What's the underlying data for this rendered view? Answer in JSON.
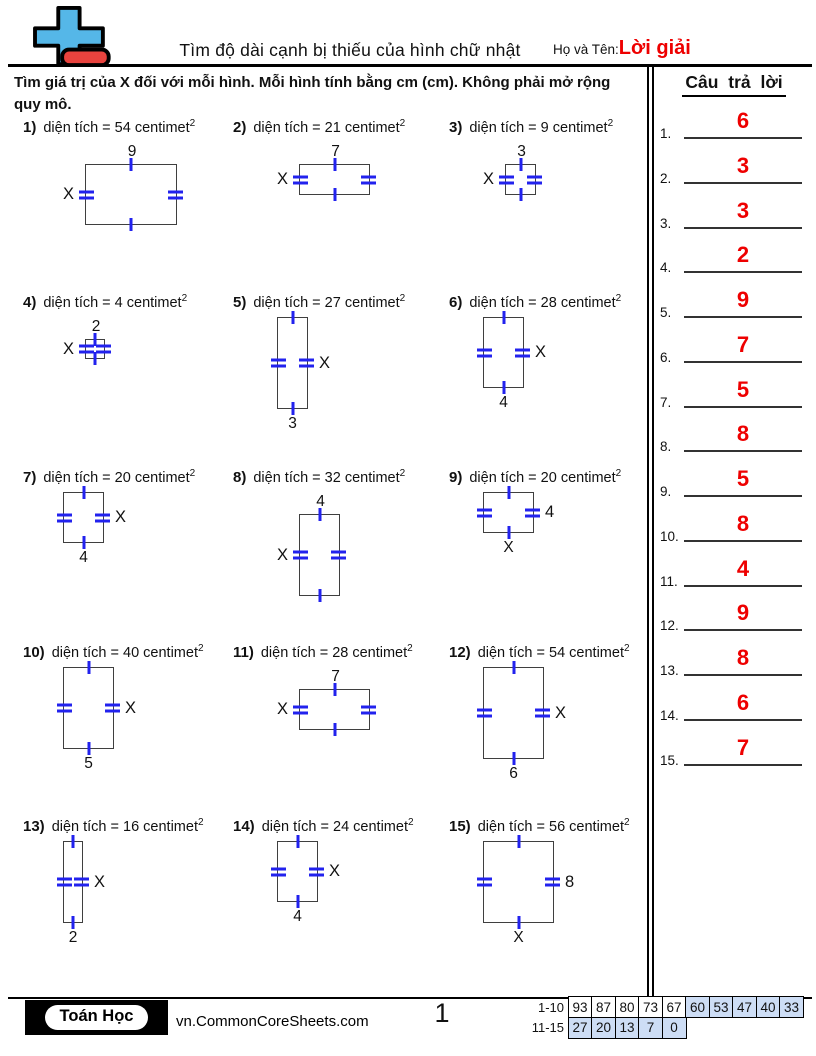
{
  "header": {
    "title": "Tìm độ dài cạnh bị thiếu của hình chữ nhật",
    "name_label": "Họ và Tên:",
    "name_value": "Lời giải"
  },
  "instructions": "Tìm giá trị của X đối với mỗi hình. Mỗi hình tính bằng cm (cm). Không phải mở rộng quy mô.",
  "problem_text": {
    "area_prefix": "diện tích = ",
    "unit_word": "centimet",
    "unit_sup": "2",
    "x_label": "X"
  },
  "problems": [
    {
      "num": "1)",
      "area": "54",
      "w": 9,
      "h": 6,
      "side_label": "9",
      "side": "top",
      "x": "left"
    },
    {
      "num": "2)",
      "area": "21",
      "w": 7,
      "h": 3,
      "side_label": "7",
      "side": "top",
      "x": "left"
    },
    {
      "num": "3)",
      "area": "9",
      "w": 3,
      "h": 3,
      "side_label": "3",
      "side": "top",
      "x": "left"
    },
    {
      "num": "4)",
      "area": "4",
      "w": 2,
      "h": 2,
      "side_label": "2",
      "side": "top",
      "x": "left"
    },
    {
      "num": "5)",
      "area": "27",
      "w": 3,
      "h": 9,
      "side_label": "3",
      "side": "bottom",
      "x": "right"
    },
    {
      "num": "6)",
      "area": "28",
      "w": 4,
      "h": 7,
      "side_label": "4",
      "side": "bottom",
      "x": "right"
    },
    {
      "num": "7)",
      "area": "20",
      "w": 4,
      "h": 5,
      "side_label": "4",
      "side": "bottom",
      "x": "right"
    },
    {
      "num": "8)",
      "area": "32",
      "w": 4,
      "h": 8,
      "side_label": "4",
      "side": "top",
      "x": "left"
    },
    {
      "num": "9)",
      "area": "20",
      "w": 5,
      "h": 4,
      "side_label": "4",
      "side": "right",
      "x": "bottom"
    },
    {
      "num": "10)",
      "area": "40",
      "w": 5,
      "h": 8,
      "side_label": "5",
      "side": "bottom",
      "x": "right"
    },
    {
      "num": "11)",
      "area": "28",
      "w": 7,
      "h": 4,
      "side_label": "7",
      "side": "top",
      "x": "left"
    },
    {
      "num": "12)",
      "area": "54",
      "w": 6,
      "h": 9,
      "side_label": "6",
      "side": "bottom",
      "x": "right"
    },
    {
      "num": "13)",
      "area": "16",
      "w": 2,
      "h": 8,
      "side_label": "2",
      "side": "bottom",
      "x": "right"
    },
    {
      "num": "14)",
      "area": "24",
      "w": 4,
      "h": 6,
      "side_label": "4",
      "side": "bottom",
      "x": "right"
    },
    {
      "num": "15)",
      "area": "56",
      "w": 7,
      "h": 8,
      "side_label": "8",
      "side": "right",
      "x": "bottom"
    }
  ],
  "answers_title": "Câu trả lời",
  "answers": [
    {
      "n": "1.",
      "v": "6"
    },
    {
      "n": "2.",
      "v": "3"
    },
    {
      "n": "3.",
      "v": "3"
    },
    {
      "n": "4.",
      "v": "2"
    },
    {
      "n": "5.",
      "v": "9"
    },
    {
      "n": "6.",
      "v": "7"
    },
    {
      "n": "7.",
      "v": "5"
    },
    {
      "n": "8.",
      "v": "8"
    },
    {
      "n": "9.",
      "v": "5"
    },
    {
      "n": "10.",
      "v": "8"
    },
    {
      "n": "11.",
      "v": "4"
    },
    {
      "n": "12.",
      "v": "9"
    },
    {
      "n": "13.",
      "v": "8"
    },
    {
      "n": "14.",
      "v": "6"
    },
    {
      "n": "15.",
      "v": "7"
    }
  ],
  "footer": {
    "badge": "Toán Học",
    "site": "vn.CommonCoreSheets.com",
    "page": "1",
    "score_rows": [
      {
        "label": "1-10",
        "values": [
          "93",
          "87",
          "80",
          "73",
          "67",
          "60",
          "53",
          "47",
          "40",
          "33"
        ],
        "shaded_from": 5
      },
      {
        "label": "11-15",
        "values": [
          "27",
          "20",
          "13",
          "7",
          "0"
        ],
        "shaded_from": 0
      }
    ]
  },
  "colors": {
    "answer_red": "#ee0000",
    "tick_blue": "#2222ee",
    "rect_border": "#3f3f3f",
    "score_shade": "#cdddf5",
    "logo_blue": "#55b7e8",
    "logo_red": "#e8433e"
  }
}
